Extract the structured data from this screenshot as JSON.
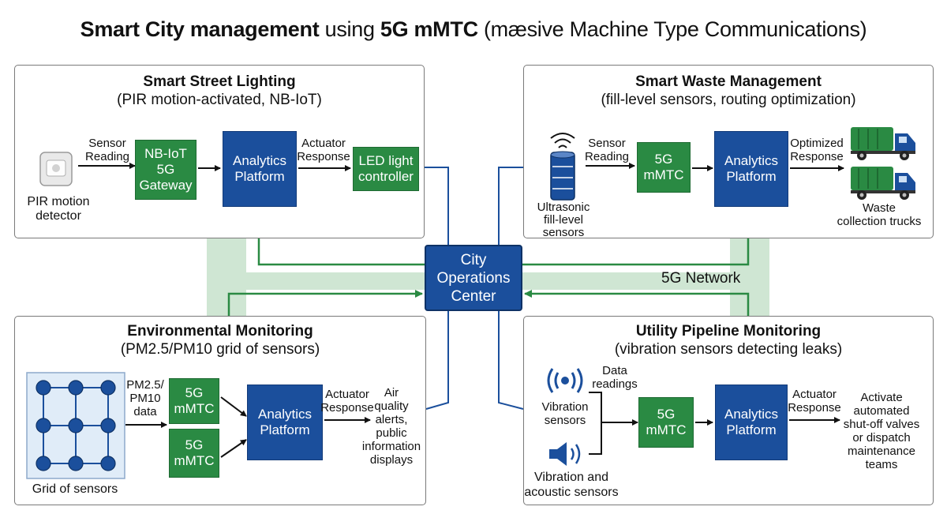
{
  "title": {
    "bold_part": "Smart City management",
    "middle": " using ",
    "bold_part2": "5G mMTC",
    "rest": " (mæsive Machine Type Communications)"
  },
  "center": {
    "label": "City\nOperations\nCenter"
  },
  "network_label": "5G Network",
  "colors": {
    "green": "#2a8a43",
    "blue": "#1b4f9c",
    "network_band": "#cfe6d3",
    "arrow_green": "#2a8a43",
    "wire_blue": "#1b4f9c"
  },
  "lighting": {
    "title": "Smart Street Lighting",
    "subtitle": "(PIR motion-activated, NB-IoT)",
    "detector_icon": "pir-sensor-icon",
    "detector_label": "PIR motion\ndetector",
    "sensor_label": "Sensor\nReading",
    "gateway": "NB-IoT\n5G\nGateway",
    "analytics": "Analytics\nPlatform",
    "actuator_label": "Actuator\nResponse",
    "led": "LED light\ncontroller"
  },
  "waste": {
    "title": "Smart Waste Management",
    "subtitle": "(fill-level sensors, routing optimization)",
    "sensor_icon": "ultrasonic-bin-sensor-icon",
    "sensor_caption": "Ultrasonic\nfill-level\nsensors",
    "sensor_label": "Sensor\nReading",
    "mmtc": "5G\nmMTC",
    "analytics": "Analytics\nPlatform",
    "response_label": "Optimized\nResponse",
    "truck_icon": "garbage-truck-icon",
    "trucks_label": "Waste\ncollection trucks"
  },
  "environment": {
    "title": "Environmental Monitoring",
    "subtitle": "(PM2.5/PM10 grid of sensors)",
    "grid_icon": "sensor-grid-icon",
    "grid_label": "Grid of sensors",
    "data_label": "PM2.5/\nPM10\ndata",
    "mmtc_top": "5G\nmMTC",
    "mmtc_bottom": "5G\nmMTC",
    "analytics": "Analytics\nPlatform",
    "actuator_label": "Actuator\nResponse",
    "output_label": "Air\nquality\nalerts,\npublic\ninformation\ndisplays"
  },
  "pipeline": {
    "title": "Utility Pipeline Monitoring",
    "subtitle": "(vibration sensors detecting leaks)",
    "vibration_icon": "vibration-sensor-icon",
    "vibration_label": "Vibration\nsensors",
    "acoustic_icon": "speaker-icon",
    "acoustic_label": "Vibration and\nacoustic sensors",
    "data_label": "Data\nreadings",
    "mmtc": "5G\nmMTC",
    "analytics": "Analytics\nPlatform",
    "actuator_label": "Actuator\nResponse",
    "output_label": "Activate\nautomated\nshut-off valves\nor dispatch\nmaintenance\nteams"
  }
}
